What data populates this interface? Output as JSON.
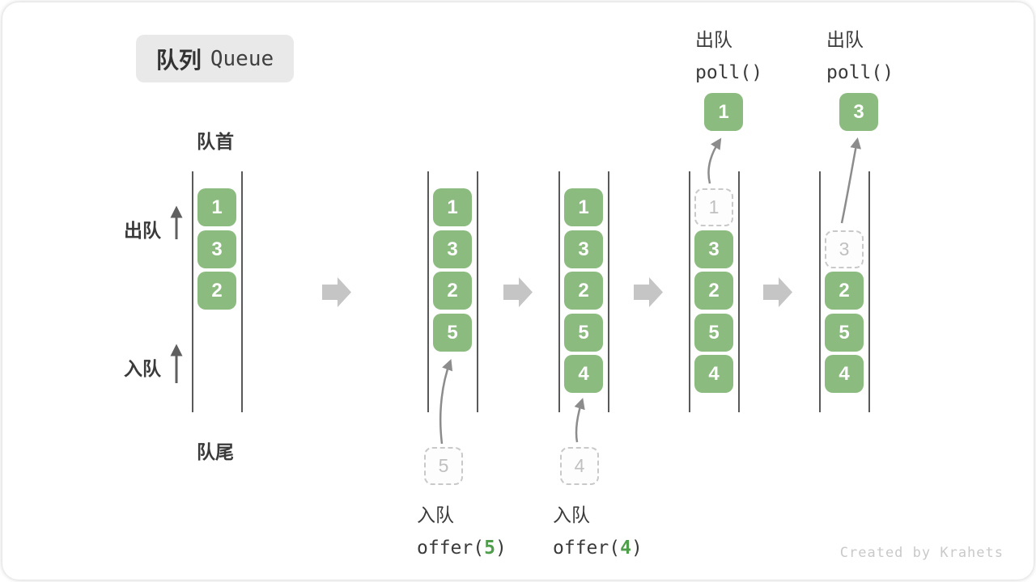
{
  "title": {
    "zh": "队列",
    "en": "Queue"
  },
  "side_labels": {
    "front": "队首",
    "rear": "队尾",
    "dequeue": "出队",
    "enqueue": "入队"
  },
  "queues": [
    {
      "label": "state-initial",
      "items": [
        "1",
        "3",
        "2"
      ]
    },
    {
      "label": "state-after-offer5",
      "items": [
        "1",
        "3",
        "2",
        "5"
      ]
    },
    {
      "label": "state-after-offer4",
      "items": [
        "1",
        "3",
        "2",
        "5",
        "4"
      ]
    },
    {
      "label": "state-after-poll1",
      "removed": "1",
      "items": [
        "3",
        "2",
        "5",
        "4"
      ]
    },
    {
      "label": "state-after-poll3",
      "removed": "3",
      "items": [
        "2",
        "5",
        "4"
      ]
    }
  ],
  "operations": {
    "offer5": {
      "zh": "入队",
      "code_before": "offer(",
      "arg": "5",
      "code_after": ")",
      "pending_value": "5"
    },
    "offer4": {
      "zh": "入队",
      "code_before": "offer(",
      "arg": "4",
      "code_after": ")",
      "pending_value": "4"
    },
    "poll1": {
      "zh": "出队",
      "code": "poll()",
      "polled_value": "1"
    },
    "poll3": {
      "zh": "出队",
      "code": "poll()",
      "polled_value": "3"
    }
  },
  "credit": "Created by Krahets",
  "colors": {
    "item_green": "#8bbb7e",
    "code_green": "#4f9e4b",
    "block_arrow_gray": "#c5c5c5",
    "curved_arrow_gray": "#8c8c8c",
    "ghost_border": "#c9c9c9",
    "line_dark": "#595959",
    "badge_bg": "#e9e9e9",
    "text_dark": "#3a3a3a",
    "credit_gray": "#c9c9c9"
  }
}
